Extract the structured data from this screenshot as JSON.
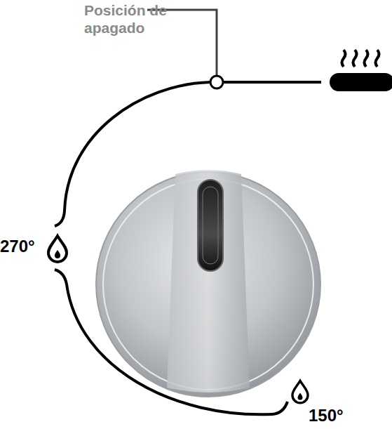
{
  "diagram": {
    "labels": [
      "Posición de apagado",
      "270°",
      "150°"
    ]
  }
}
